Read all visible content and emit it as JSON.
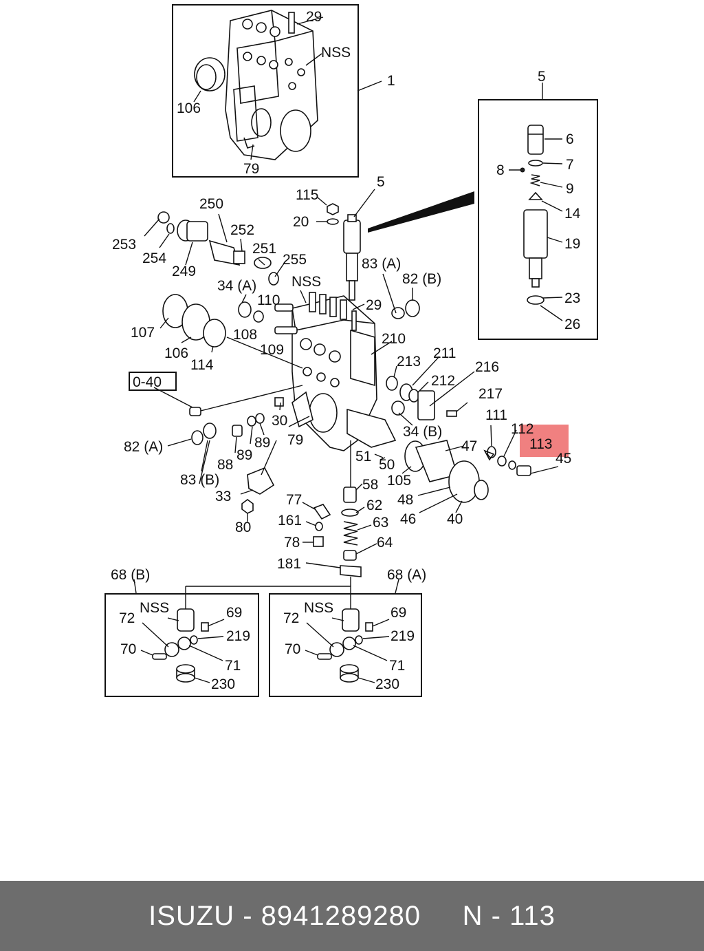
{
  "footer": {
    "text": "ISUZU - 8941289280     N - 113"
  },
  "highlight": {
    "label": "113",
    "color": "#f08080"
  },
  "labels": {
    "l29a": "29",
    "lNSSa": "NSS",
    "l1": "1",
    "l106a": "106",
    "l79a": "79",
    "l5a": "5",
    "l6": "6",
    "l7": "7",
    "l8": "8",
    "l9": "9",
    "l14": "14",
    "l19": "19",
    "l23": "23",
    "l26": "26",
    "l115": "115",
    "l5b": "5",
    "l20": "20",
    "l250": "250",
    "l252": "252",
    "l253": "253",
    "l254": "254",
    "l251": "251",
    "l255": "255",
    "l249": "249",
    "l83a": "83 (A)",
    "l82b": "82 (B)",
    "l34a": "34 (A)",
    "l110": "110",
    "lNSSb": "NSS",
    "l29b": "29",
    "l107": "107",
    "l106b": "106",
    "l108": "108",
    "l114": "114",
    "l109": "109",
    "l210": "210",
    "l213": "213",
    "l211": "211",
    "l216": "216",
    "l212": "212",
    "l217": "217",
    "l040": "0-40",
    "l30": "30",
    "l111": "111",
    "l112": "112",
    "l82a": "82 (A)",
    "l88": "88",
    "l89a": "89",
    "l89b": "89",
    "l79b": "79",
    "l34b": "34 (B)",
    "l47": "47",
    "l45": "45",
    "l51": "51",
    "l50": "50",
    "l105": "105",
    "l83b": "83 (B)",
    "l58": "58",
    "l48": "48",
    "l33": "33",
    "l77": "77",
    "l62": "62",
    "l46": "46",
    "l40": "40",
    "l161": "161",
    "l63": "63",
    "l80": "80",
    "l78": "78",
    "l64": "64",
    "l181": "181",
    "l68b": "68 (B)",
    "l68a": "68 (A)",
    "l_nss_l": "NSS",
    "l69_l": "69",
    "l72_l": "72",
    "l219_l": "219",
    "l70_l": "70",
    "l71_l": "71",
    "l230_l": "230",
    "l_nss_r": "NSS",
    "l69_r": "69",
    "l72_r": "72",
    "l219_r": "219",
    "l70_r": "70",
    "l71_r": "71",
    "l230_r": "230"
  }
}
